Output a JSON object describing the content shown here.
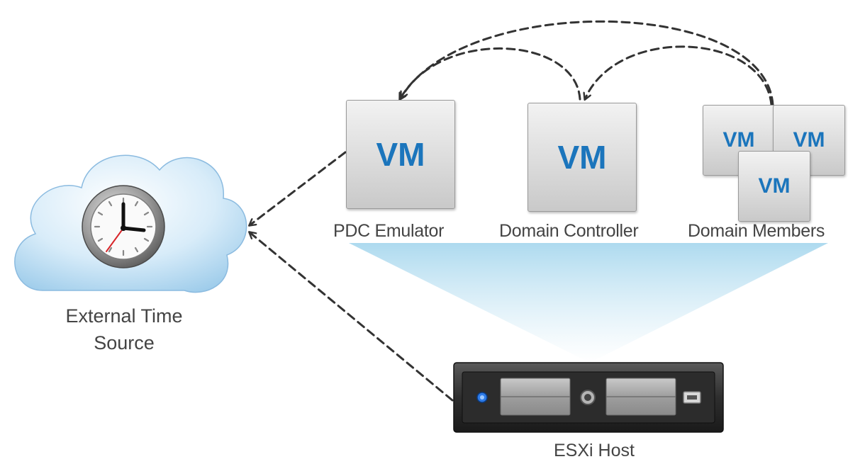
{
  "nodes": {
    "external_time_source": {
      "label_line1": "External Time",
      "label_line2": "Source"
    },
    "pdc_emulator": {
      "badge": "VM",
      "label": "PDC Emulator"
    },
    "domain_controller": {
      "badge": "VM",
      "label": "Domain Controller"
    },
    "domain_members": {
      "badges": [
        "VM",
        "VM",
        "VM"
      ],
      "label": "Domain Members"
    },
    "esxi_host": {
      "label": "ESXi Host"
    }
  },
  "edges": [
    {
      "from": "pdc_emulator",
      "to": "external_time_source",
      "style": "dashed",
      "arrow": "end"
    },
    {
      "from": "esxi_host",
      "to": "external_time_source",
      "style": "dashed",
      "arrow": "end"
    },
    {
      "from": "domain_controller",
      "to": "pdc_emulator",
      "style": "dashed",
      "arrow": "end"
    },
    {
      "from": "domain_members",
      "to": "pdc_emulator",
      "style": "dashed",
      "arrow": "end"
    },
    {
      "from": "domain_members",
      "to": "domain_controller",
      "style": "dashed",
      "arrow": "end"
    }
  ],
  "colors": {
    "vm_text": "#1b75bc",
    "edge": "#333333",
    "host_fan": "#bfe3f2",
    "cloud": "#cfe6f6",
    "host_led": "#2d7be8"
  }
}
